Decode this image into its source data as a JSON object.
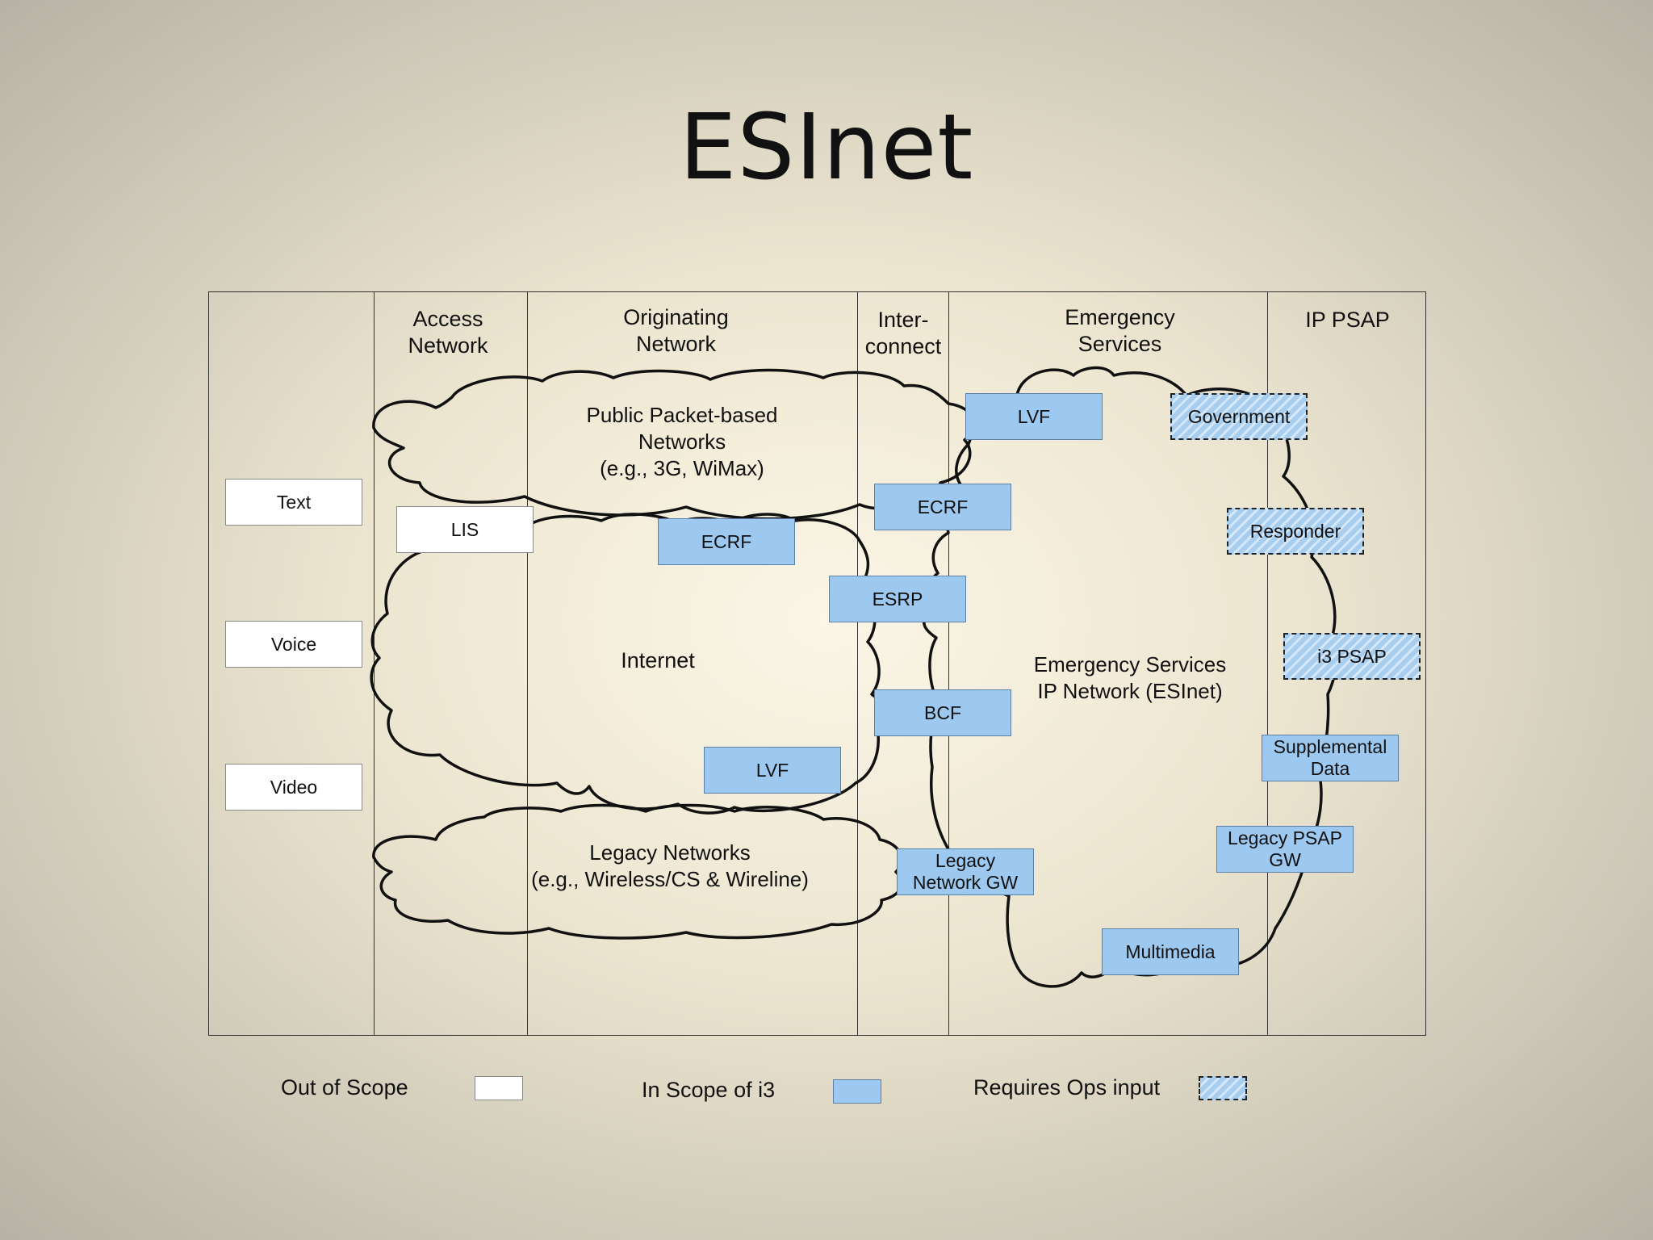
{
  "title": "ESInet",
  "columns": {
    "access": "Access\nNetwork",
    "originating": "Originating\nNetwork",
    "interconnect": "Inter-\nconnect",
    "emergency": "Emergency\nServices",
    "psap": "IP PSAP"
  },
  "clouds": {
    "public": "Public Packet-based\nNetworks\n(e.g., 3G, WiMax)",
    "internet": "Internet",
    "legacy": "Legacy Networks\n(e.g., Wireless/CS & Wireline)",
    "esinet": "Emergency Services\nIP Network (ESInet)"
  },
  "media": {
    "text": "Text",
    "voice": "Voice",
    "video": "Video"
  },
  "boxes": {
    "lis": "LIS",
    "ecrf_orig": "ECRF",
    "lvf_orig": "LVF",
    "ecrf_inter": "ECRF",
    "esrp": "ESRP",
    "bcf": "BCF",
    "legacy_gw": "Legacy\nNetwork GW",
    "lvf_es": "LVF",
    "government": "Government",
    "responder": "Responder",
    "i3psap": "i3 PSAP",
    "supplemental": "Supplemental\nData",
    "legacy_psap_gw": "Legacy PSAP\nGW",
    "multimedia": "Multimedia"
  },
  "legend": {
    "out_of_scope": "Out of Scope",
    "in_scope": "In Scope of i3",
    "requires_ops": "Requires Ops input"
  },
  "colors": {
    "in_scope_fill": "#9dc8ef",
    "out_of_scope_fill": "#ffffff",
    "ops_hatch": "#a7cdef"
  }
}
